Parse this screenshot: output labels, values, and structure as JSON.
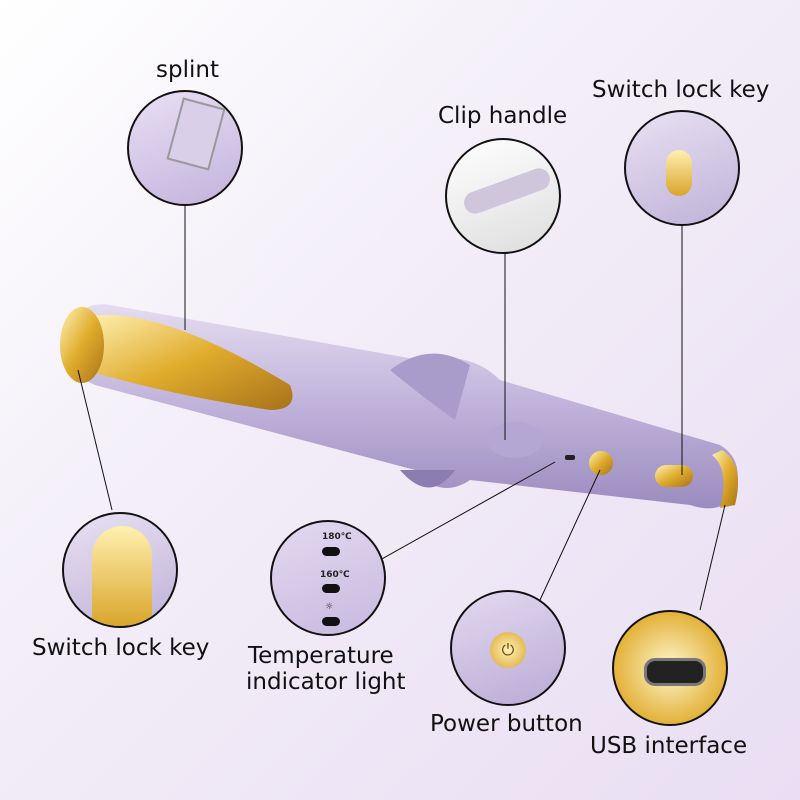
{
  "labels": {
    "splint": "splint",
    "clip_handle": "Clip handle",
    "switch_lock_key_top": "Switch lock key",
    "switch_lock_key_bottom": "Switch lock key",
    "temperature_line1": "Temperature",
    "temperature_line2": "indicator light",
    "power_button": "Power button",
    "usb_interface": "USB interface"
  },
  "temperature_marks": [
    "180℃",
    "160℃"
  ],
  "colors": {
    "body": "#c3b6dc",
    "gold": "#e2b23a",
    "background": "#efe7f6"
  }
}
